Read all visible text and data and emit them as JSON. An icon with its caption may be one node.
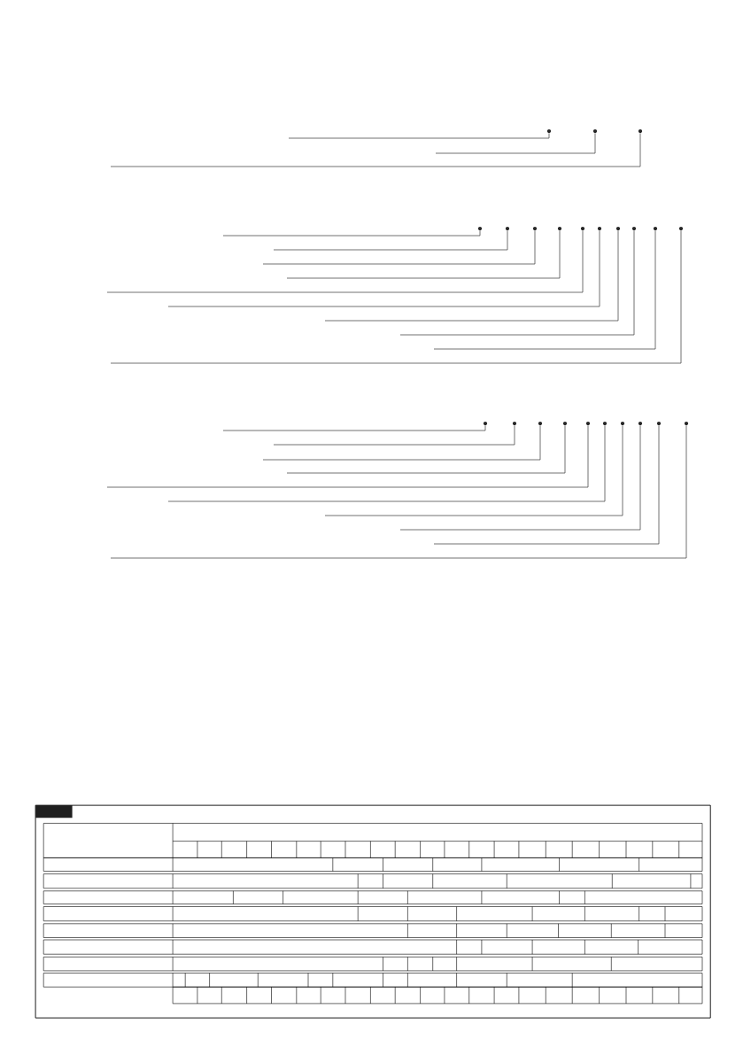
{
  "diagram": {
    "nodes": [
      {
        "text": [],
        "shape": "circle"
      },
      {
        "text": [],
        "shape": "circle"
      },
      {
        "text": [],
        "shape": "circle"
      },
      {
        "text": [],
        "shape": "circle"
      },
      {
        "text": [],
        "shape": "circle"
      },
      {
        "text": [],
        "shape": "circle"
      },
      {
        "text": [],
        "shape": "circle"
      },
      {
        "text": [],
        "shape": "circle"
      },
      {
        "text": [],
        "shape": "circle"
      },
      {
        "text": [],
        "shape": "circle"
      },
      {
        "text": [],
        "shape": "circle"
      },
      {
        "text": [],
        "shape": "circle"
      },
      {
        "text": [],
        "shape": "circle"
      },
      {
        "text": [],
        "shape": "circle"
      },
      {
        "text": [],
        "shape": "circle"
      },
      {
        "text": [],
        "shape": "circle"
      },
      {
        "text": [],
        "shape": "circle"
      },
      {
        "text": [],
        "shape": "circle"
      },
      {
        "text": [],
        "shape": "circle"
      },
      {
        "text": [],
        "shape": "circle"
      },
      {
        "text": [],
        "shape": "circle"
      },
      {
        "text": [],
        "shape": "circle"
      },
      {
        "text": [],
        "shape": "circle"
      }
    ],
    "edges": [
      {
        "from": null,
        "to": 0,
        "arrow": "none"
      },
      {
        "from": null,
        "to": 1,
        "arrow": "none"
      },
      {
        "from": null,
        "to": 2,
        "arrow": "none"
      },
      {
        "from": null,
        "to": 3,
        "arrow": "none"
      },
      {
        "from": null,
        "to": 4,
        "arrow": "none"
      },
      {
        "from": null,
        "to": 5,
        "arrow": "none"
      },
      {
        "from": null,
        "to": 6,
        "arrow": "none"
      },
      {
        "from": null,
        "to": 7,
        "arrow": "none"
      },
      {
        "from": null,
        "to": 8,
        "arrow": "none"
      },
      {
        "from": null,
        "to": 9,
        "arrow": "none"
      },
      {
        "from": null,
        "to": 10,
        "arrow": "none"
      },
      {
        "from": null,
        "to": 11,
        "arrow": "none"
      },
      {
        "from": null,
        "to": 12,
        "arrow": "none"
      },
      {
        "from": null,
        "to": 13,
        "arrow": "none"
      },
      {
        "from": null,
        "to": 14,
        "arrow": "none"
      },
      {
        "from": null,
        "to": 15,
        "arrow": "none"
      },
      {
        "from": null,
        "to": 16,
        "arrow": "none"
      },
      {
        "from": null,
        "to": 17,
        "arrow": "none"
      },
      {
        "from": null,
        "to": 18,
        "arrow": "none"
      },
      {
        "from": null,
        "to": 19,
        "arrow": "none"
      },
      {
        "from": null,
        "to": 20,
        "arrow": "none"
      },
      {
        "from": null,
        "to": 21,
        "arrow": "none"
      },
      {
        "from": null,
        "to": 22,
        "arrow": "none"
      }
    ]
  }
}
